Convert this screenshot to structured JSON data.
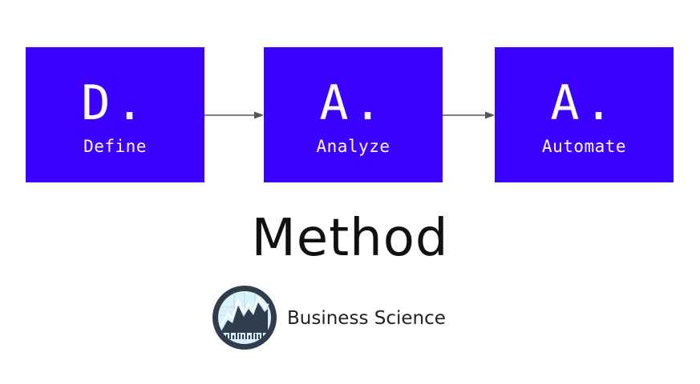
{
  "steps": [
    {
      "letter": "D.",
      "word": "Define"
    },
    {
      "letter": "A.",
      "word": "Analyze"
    },
    {
      "letter": "A.",
      "word": "Automate"
    }
  ],
  "title": "Method",
  "brand": {
    "name": "Business Science",
    "logo_icon": "mountain-chart-logo"
  },
  "colors": {
    "box": "#3b00ff",
    "box_text": "#ffffff",
    "arrow": "#555555",
    "title": "#111111",
    "logo_ring": "#2f3d4d",
    "logo_fill": "#d9f2fb"
  }
}
